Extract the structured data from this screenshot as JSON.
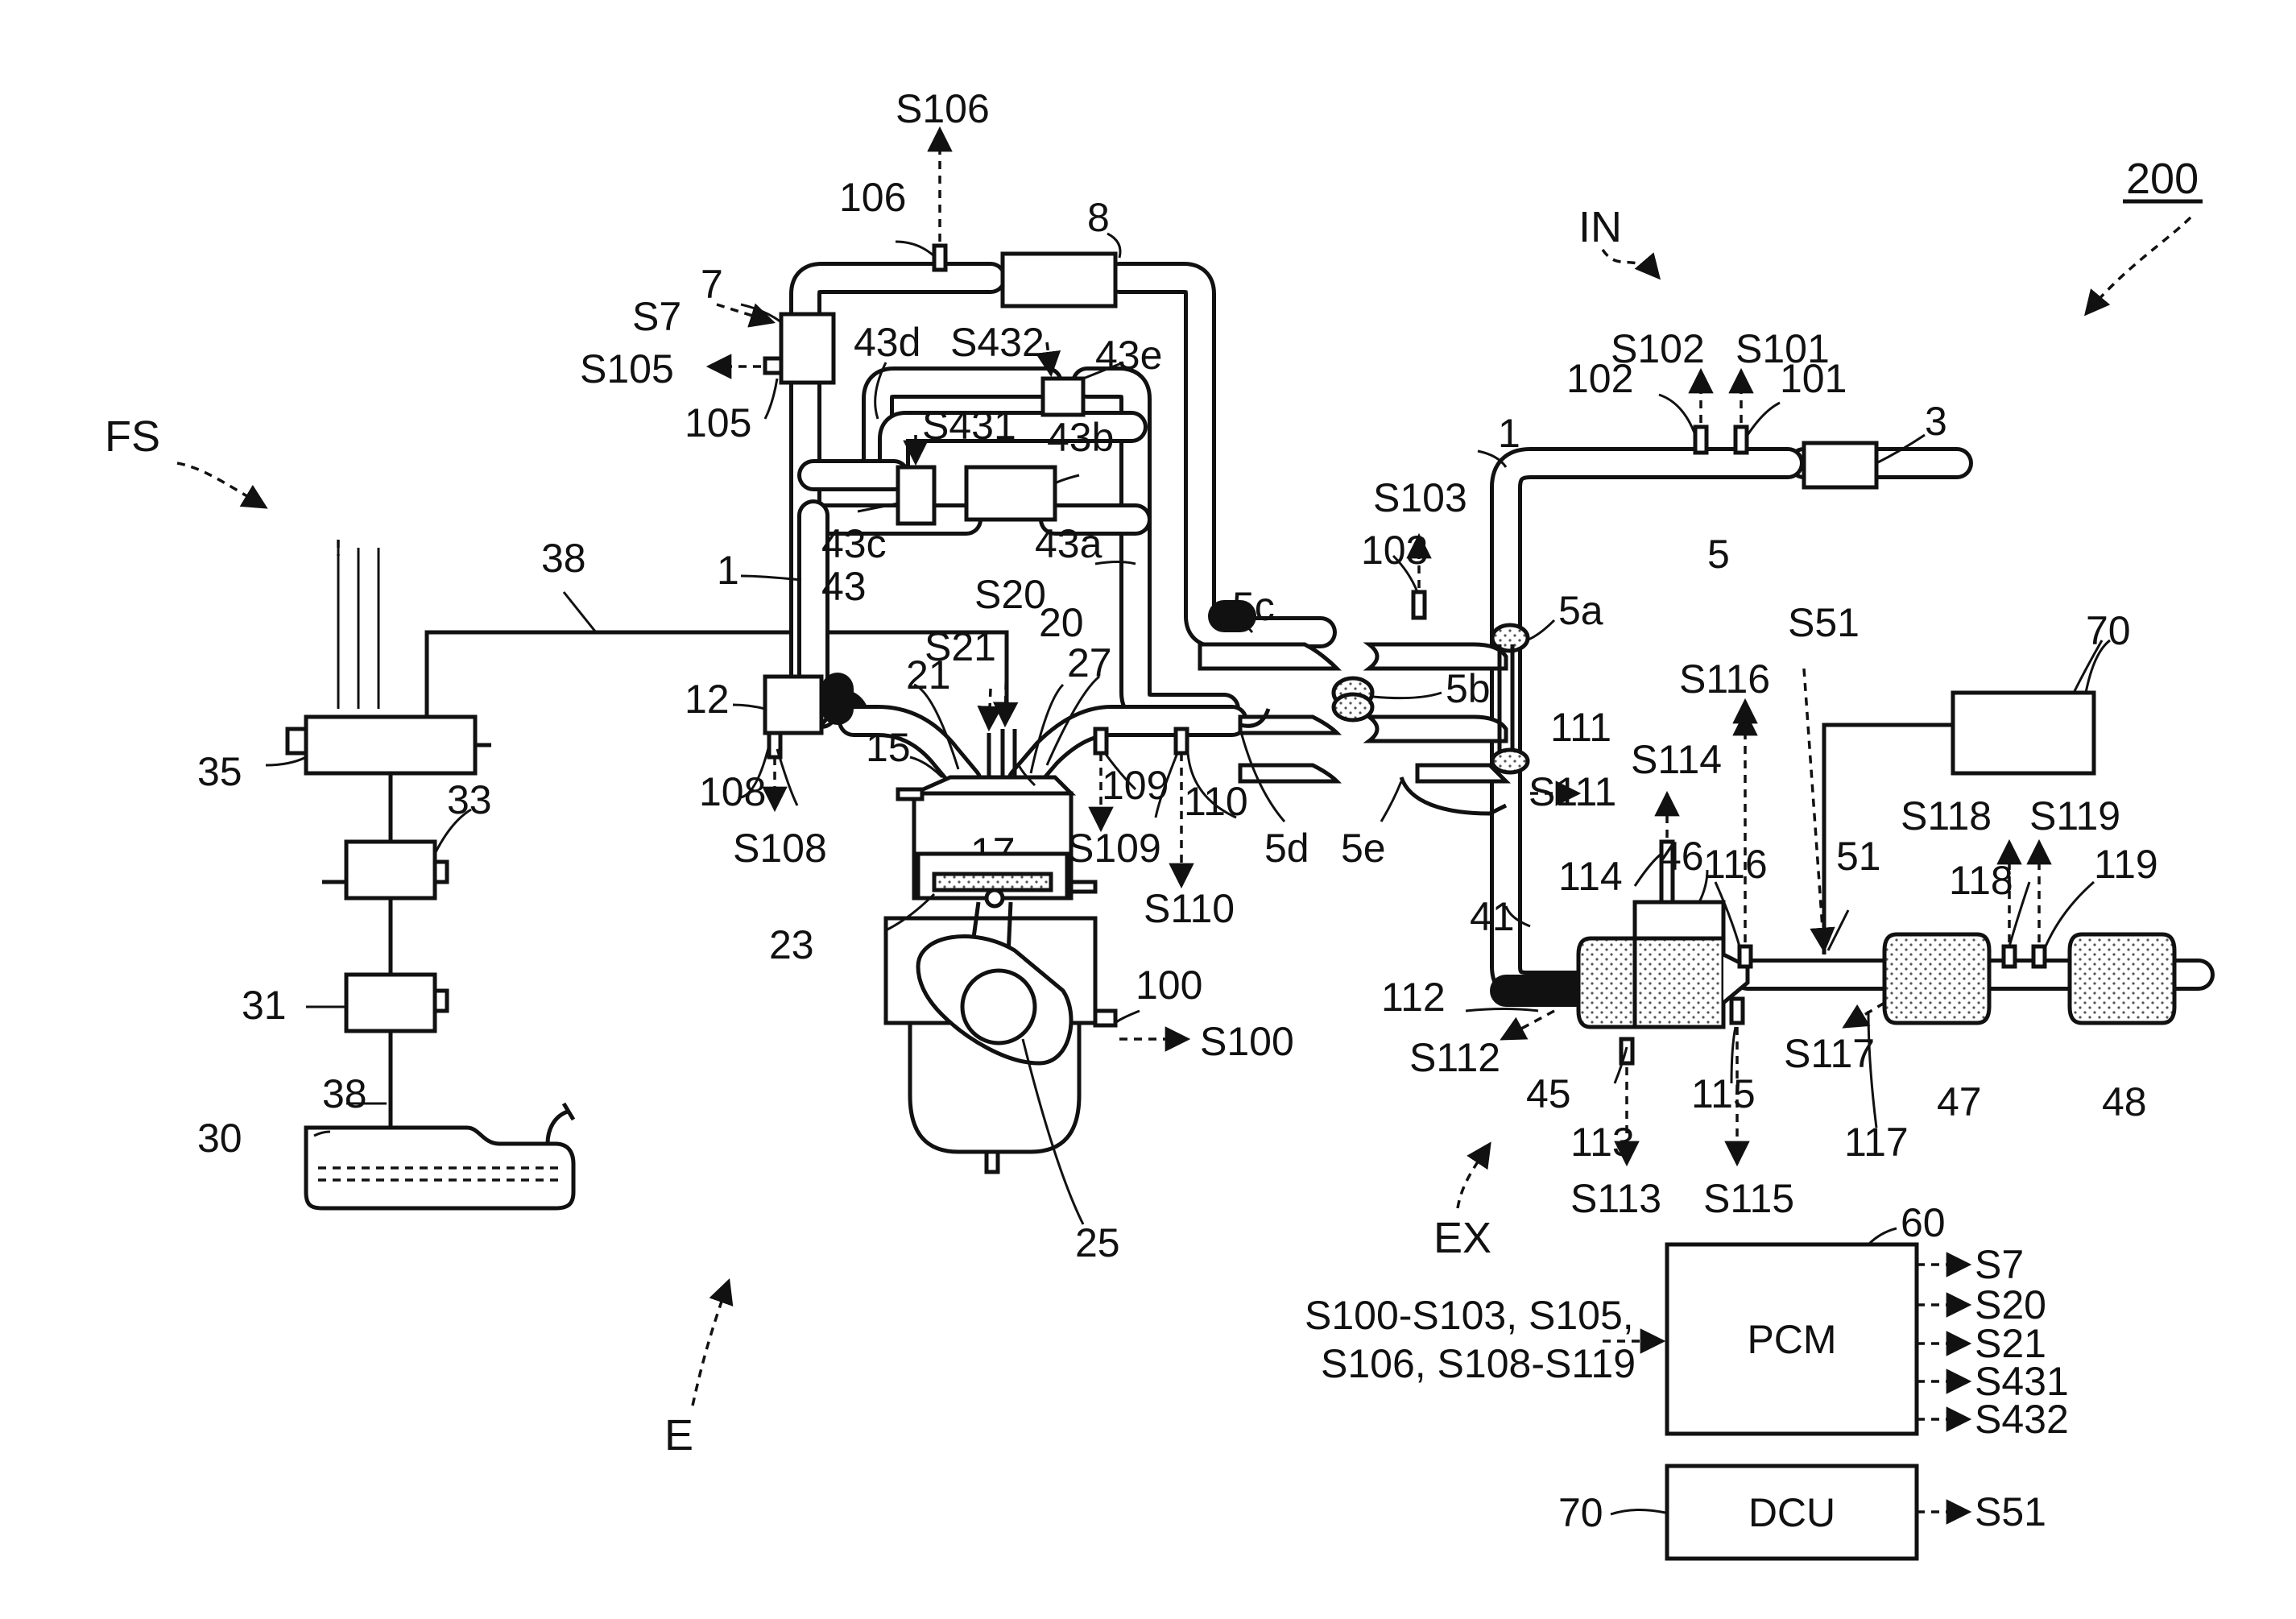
{
  "figure_number": "200",
  "groups": {
    "intake": "IN",
    "fuel_system": "FS",
    "exhaust": "EX",
    "engine": "E"
  },
  "labels": {
    "l1a": "1",
    "l1b": "1",
    "l3": "3",
    "l5": "5",
    "l5a": "5a",
    "l5b": "5b",
    "l5c": "5c",
    "l5d": "5d",
    "l5e": "5e",
    "l7": "7",
    "l8": "8",
    "l12": "12",
    "l15": "15",
    "l17": "17",
    "l20": "20",
    "l21": "21",
    "l23": "23",
    "l25": "25",
    "l27": "27",
    "l30": "30",
    "l31": "31",
    "l33": "33",
    "l35": "35",
    "l38a": "38",
    "l38b": "38",
    "l41": "41",
    "l43": "43",
    "l43a": "43a",
    "l43b": "43b",
    "l43c": "43c",
    "l43d": "43d",
    "l43e": "43e",
    "l45": "45",
    "l46": "46",
    "l47": "47",
    "l48": "48",
    "l51": "51",
    "l70": "70",
    "l100": "100",
    "l101": "101",
    "l102": "102",
    "l103": "103",
    "l105": "105",
    "l106": "106",
    "l108": "108",
    "l109": "109",
    "l110": "110",
    "l111": "111",
    "l112": "112",
    "l113": "113",
    "l114": "114",
    "l115": "115",
    "l116": "116",
    "l117": "117",
    "l118": "118",
    "l119": "119"
  },
  "signals": {
    "s7": "S7",
    "s20": "S20",
    "s21": "S21",
    "s51": "S51",
    "s100": "S100",
    "s101": "S101",
    "s102": "S102",
    "s103": "S103",
    "s105": "S105",
    "s106": "S106",
    "s108": "S108",
    "s109": "S109",
    "s110": "S110",
    "s111": "S111",
    "s112": "S112",
    "s113": "S113",
    "s114": "S114",
    "s115": "S115",
    "s116": "S116",
    "s117": "S117",
    "s118": "S118",
    "s119": "S119",
    "s431": "S431",
    "s432": "S432"
  },
  "pcm": {
    "name": "PCM",
    "label": "60",
    "inputs_line1": "S100-S103, S105,",
    "inputs_line2": "S106, S108-S119",
    "outputs": [
      "S7",
      "S20",
      "S21",
      "S431",
      "S432"
    ]
  },
  "dcu": {
    "name": "DCU",
    "label": "70",
    "output": "S51"
  }
}
